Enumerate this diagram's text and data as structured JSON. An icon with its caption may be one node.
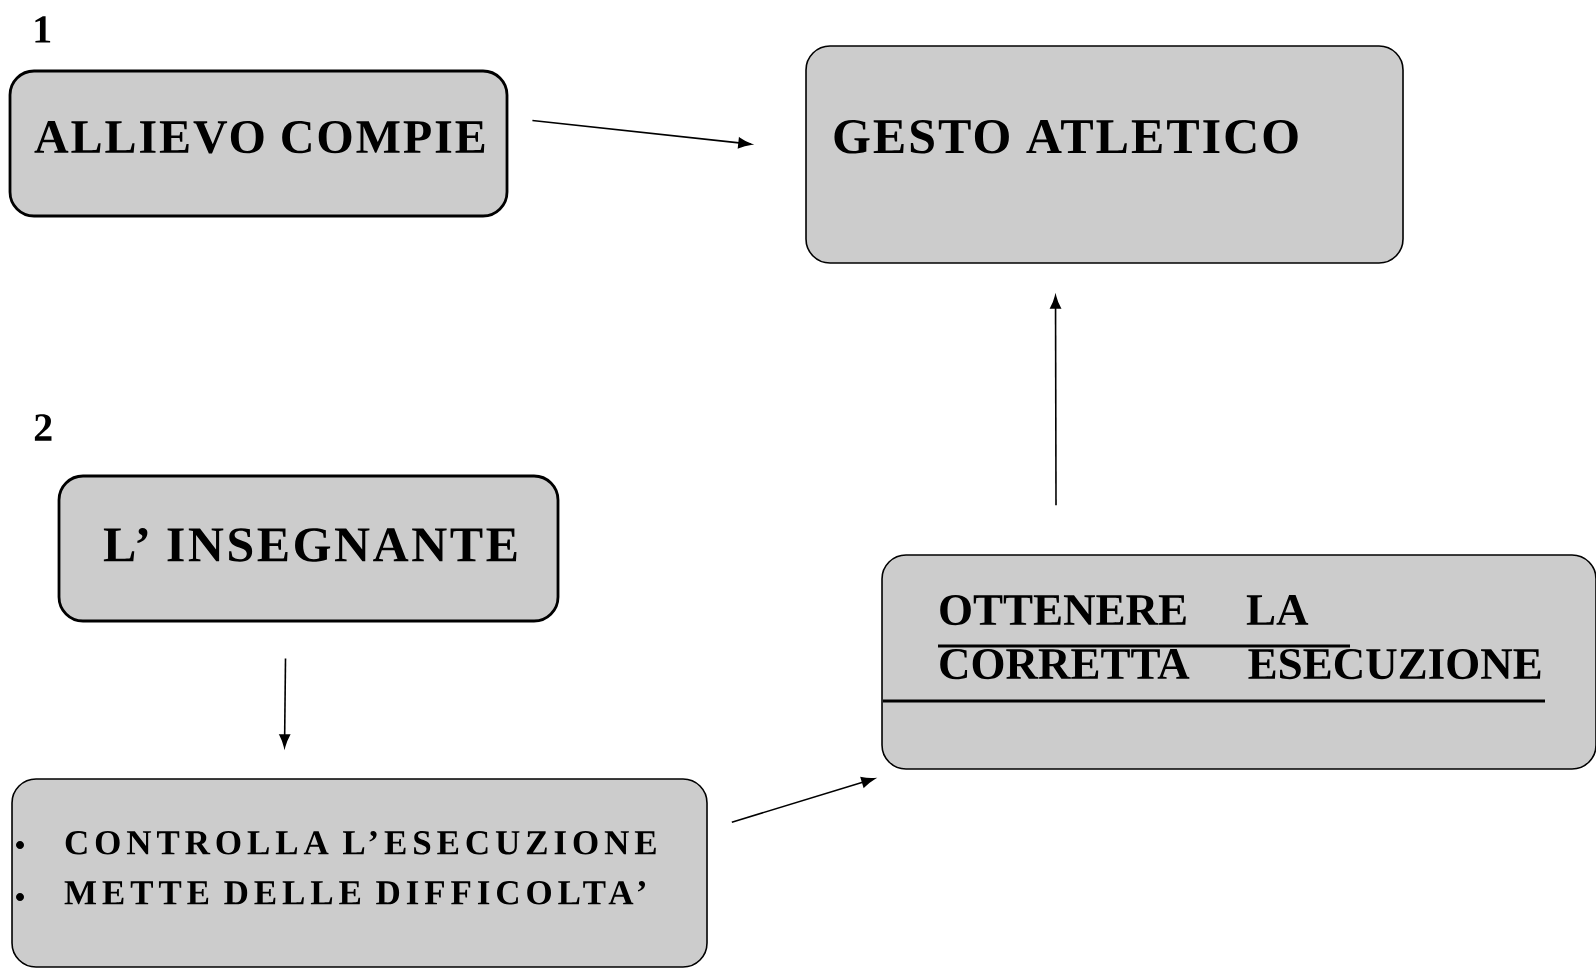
{
  "diagram": {
    "nodes": [
      {
        "text": [
          "ALLIEVO  COMPIE"
        ],
        "beside": [
          "1"
        ]
      },
      {
        "text": [
          "GESTO ATLETICO"
        ]
      },
      {
        "text": [
          "L’ INSEGNANTE"
        ],
        "beside": [
          "2"
        ]
      },
      {
        "text": [
          "CONTROLLA L’ESECUZIONE",
          "METTE DELLE  DIFFICOLTA’"
        ]
      },
      {
        "text": [
          "OTTENERE LA CORRETTA ESECUZIONE"
        ]
      }
    ],
    "edges": [
      {
        "from": 0,
        "to": 1,
        "arrow": "to"
      },
      {
        "from": 2,
        "to": 3,
        "arrow": "to"
      },
      {
        "from": 3,
        "to": 4,
        "arrow": "to"
      },
      {
        "from": 4,
        "to": 1,
        "arrow": "to"
      }
    ]
  }
}
